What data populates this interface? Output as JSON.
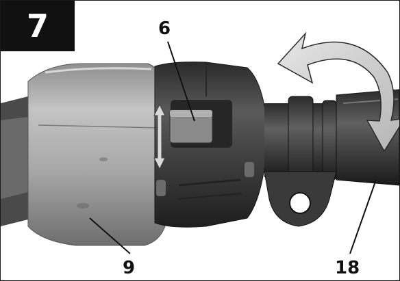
{
  "figure": {
    "number": "7"
  },
  "callouts": {
    "switch_label": "6",
    "housing_label": "9",
    "handle_label": "18"
  },
  "icons": {
    "rotation_arrow": "curved-arrow-icon",
    "slide_arrow": "double-arrow-icon"
  },
  "colors": {
    "badge_bg": "#111111",
    "housing_light": "#a9a9a9",
    "housing_dark": "#3c3c3c",
    "arrow_fill": "#cfcfcf"
  }
}
